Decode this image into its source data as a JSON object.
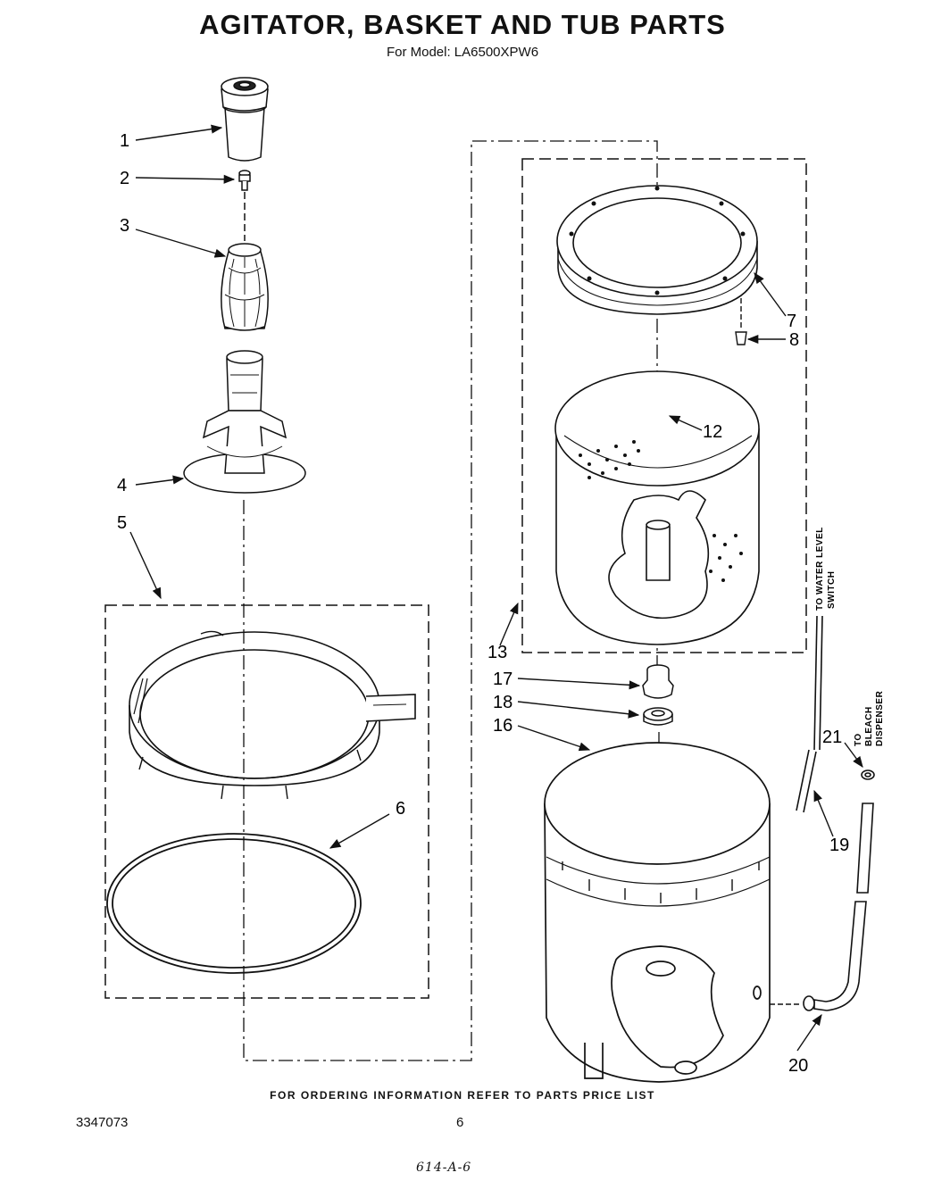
{
  "header": {
    "title": "AGITATOR, BASKET AND TUB PARTS",
    "subtitle": "For Model: LA6500XPW6"
  },
  "callouts": {
    "c1": "1",
    "c2": "2",
    "c3": "3",
    "c4": "4",
    "c5": "5",
    "c6": "6",
    "c7": "7",
    "c8": "8",
    "c12": "12",
    "c13": "13",
    "c16": "16",
    "c17": "17",
    "c18": "18",
    "c19": "19",
    "c20": "20",
    "c21": "21"
  },
  "labels": {
    "water_level_1": "TO WATER LEVEL",
    "water_level_2": "SWITCH",
    "bleach_1": "TO",
    "bleach_2": "BLEACH",
    "bleach_3": "DISPENSER"
  },
  "footer": {
    "note": "FOR ORDERING INFORMATION REFER TO PARTS PRICE LIST",
    "doc_number": "3347073",
    "page_number": "6",
    "handwritten": "614-A-6"
  }
}
